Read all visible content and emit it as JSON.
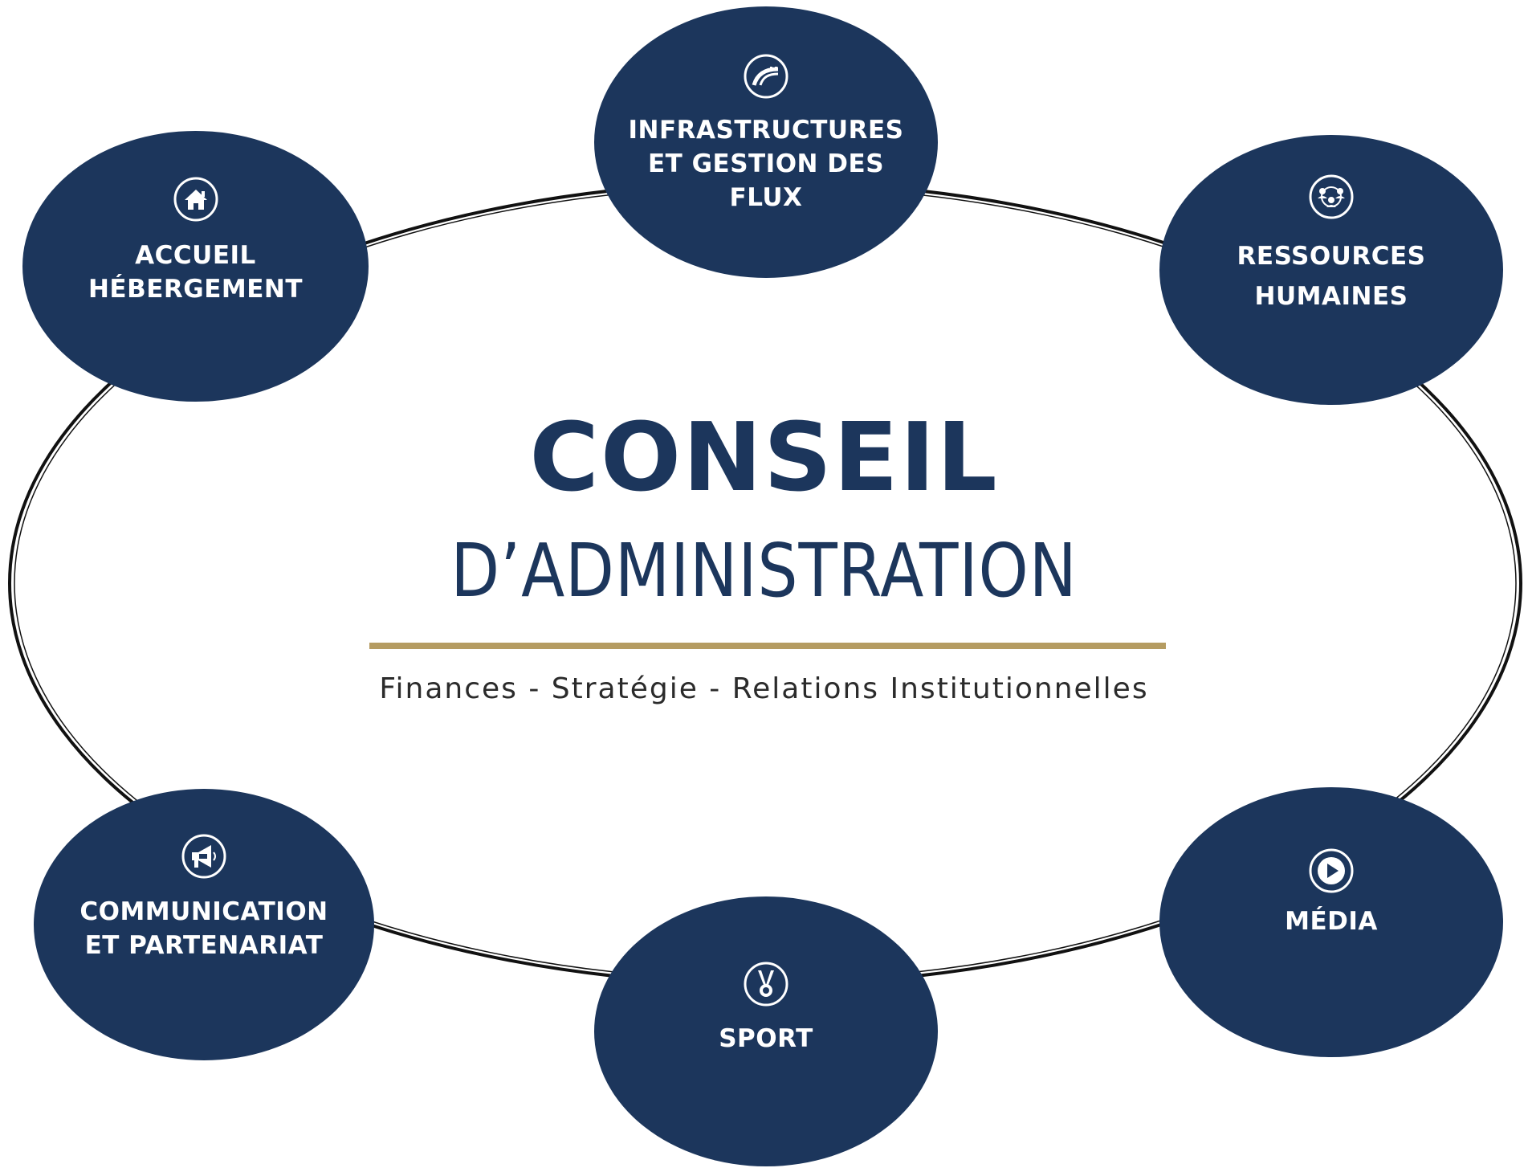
{
  "center": {
    "title": "CONSEIL",
    "subtitle": "D’ADMINISTRATION",
    "tagline": "Finances - Stratégie - Relations Institutionnelles"
  },
  "nodes": {
    "infrastructures": {
      "icon": "road-icon",
      "lines": [
        "INFRASTRUCTURES",
        "ET GESTION DES",
        "FLUX"
      ]
    },
    "accueil": {
      "icon": "house-icon",
      "lines": [
        "ACCUEIL",
        "HÉBERGEMENT"
      ]
    },
    "ressources": {
      "icon": "team-icon",
      "lines": [
        "RESSOURCES",
        "HUMAINES"
      ]
    },
    "communication": {
      "icon": "megaphone-icon",
      "lines": [
        "COMMUNICATION",
        "ET PARTENARIAT"
      ]
    },
    "media": {
      "icon": "play-icon",
      "lines": [
        "MÉDIA"
      ]
    },
    "sport": {
      "icon": "medal-icon",
      "lines": [
        "SPORT"
      ]
    }
  },
  "colors": {
    "navy": "#1c365c",
    "gold": "#b59c62",
    "ring": "#111111",
    "tagline": "#2b2b2b"
  }
}
